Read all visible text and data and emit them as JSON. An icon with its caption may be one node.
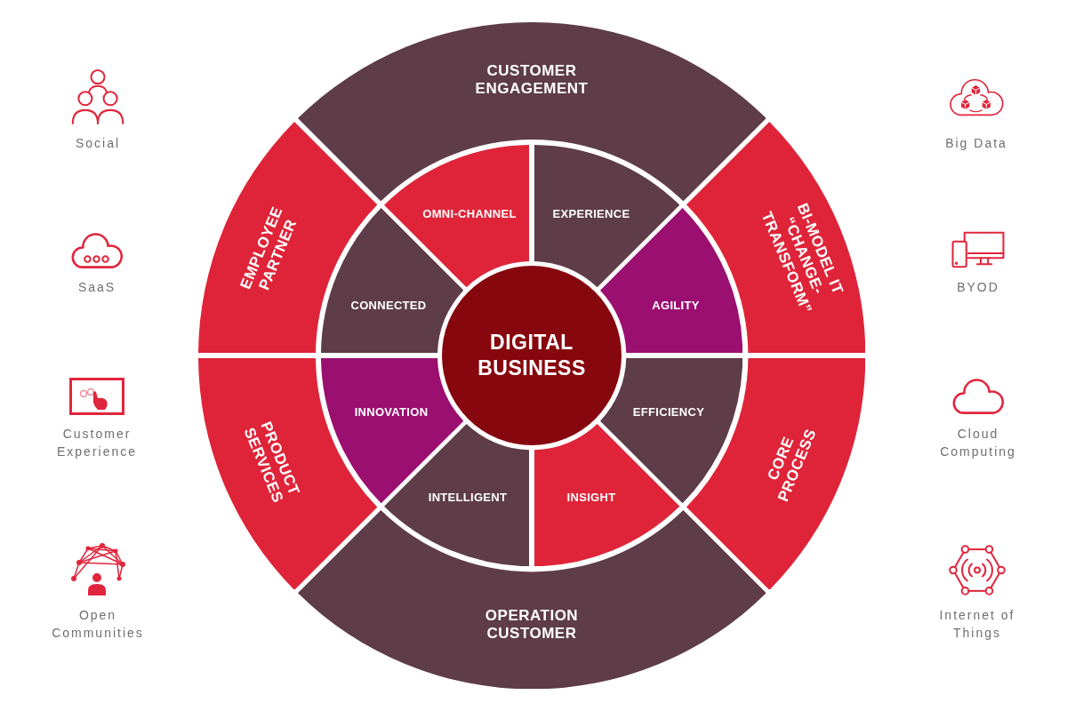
{
  "diagram": {
    "nodes": [
      {
        "text": [
          "CUSTOMER ENGAGEMENT"
        ]
      },
      {
        "text": [
          "EMPLOYEE PARTNER"
        ]
      },
      {
        "text": [
          "OMNI-CHANNEL"
        ]
      },
      {
        "text": [
          "EXPERIENCE"
        ]
      },
      {
        "text": [
          "BI-MODEL IT “CHANGE-TRANSFORM”"
        ]
      },
      {
        "text": [
          "CONNECTED"
        ]
      },
      {
        "text": [
          "AGILITY"
        ]
      },
      {
        "text": [
          "DIGITAL BUSINESS"
        ]
      },
      {
        "text": [
          "INNOVATION"
        ]
      },
      {
        "text": [
          "EFFICIENCY"
        ]
      },
      {
        "text": [
          "PRODUCT SERVICES"
        ]
      },
      {
        "text": [
          "INTELLIGENT"
        ]
      },
      {
        "text": [
          "INSIGHT"
        ]
      },
      {
        "text": [
          "CORE PROCESS"
        ]
      },
      {
        "text": [
          "OPERATION CUSTOMER"
        ]
      }
    ],
    "labels": [
      "Social",
      "Big Data",
      "SaaS",
      "BYOD",
      "Customer Experience",
      "Cloud Computing",
      "Open Communities",
      "Internet of Things"
    ]
  }
}
